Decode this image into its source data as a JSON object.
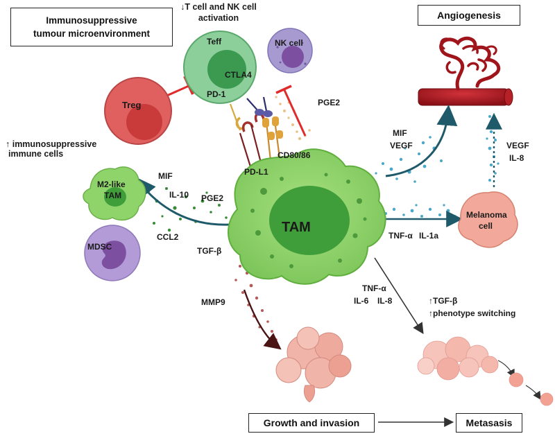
{
  "boxes": {
    "immuno_title_1": "Immunosuppressive",
    "immuno_title_2": "tumour microenvironment",
    "angiogenesis": "Angiogenesis",
    "growth": "Growth and invasion",
    "metastasis": "Metasasis"
  },
  "top_note": {
    "line1": "↓T cell and NK cell",
    "line2": "activation"
  },
  "left_note": {
    "line1": "↑ immunosuppressive",
    "line2": "immune cells"
  },
  "cells": {
    "teff": "Teff",
    "nk": "NK cell",
    "treg": "Treg",
    "m2_line1": "M2-like",
    "m2_line2": "TAM",
    "mdsc": "MDSC",
    "tam": "TAM",
    "melanoma_line1": "Melanoma",
    "melanoma_line2": "cell"
  },
  "receptors": {
    "ctla4": "CTLA4",
    "pd1": "PD-1",
    "cd80": "CD80/86",
    "pdl1": "PD-L1"
  },
  "factors": {
    "pge2_top": "PGE2",
    "mif_left": "MIF",
    "il10": "IL-10",
    "pge2_left": "PGE2",
    "ccl2": "CCL2",
    "tgfb_left": "TGF-β",
    "mif_right": "MIF",
    "vegf_right": "VEGF",
    "vegf_vert": "VEGF",
    "il8_vert": "IL-8",
    "tnfa_right": "TNF-α",
    "il1a": "IL-1a",
    "mmp9": "MMP9",
    "tnfa_bottom": "TNF-α",
    "il6": "IL-6",
    "il8_bottom": "IL-8",
    "tgfb_meta": "↑TGF-β",
    "phenotype": "↑phenotype switching"
  },
  "colors": {
    "tam_fill": "#8fd46a",
    "tam_nucleus": "#3f9e3a",
    "teff_fill": "#8ccf9a",
    "nk_fill": "#a79ad0",
    "treg_fill": "#e0605f",
    "mdsc_fill": "#b29bd6",
    "melanoma_fill": "#f2a99b",
    "arrow_teal": "#1f5a6a",
    "inhibit_red": "#e02b2b",
    "vessel": "#a0151c"
  }
}
